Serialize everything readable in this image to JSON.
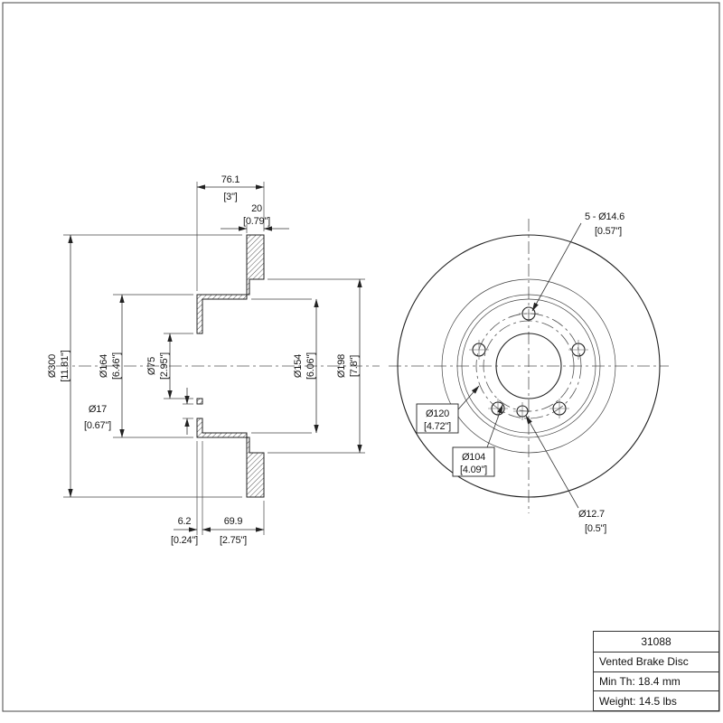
{
  "meta": {
    "ink_color": "#1a1a1a",
    "background": "#ffffff"
  },
  "dims": {
    "d76_mm": "76.1",
    "d76_in": "[3\"]",
    "d20_mm": "20",
    "d20_in": "[0.79\"]",
    "d300_mm": "Ø300",
    "d300_in": "[11.81\"]",
    "d164_mm": "Ø164",
    "d164_in": "[6.46\"]",
    "d75_mm": "Ø75",
    "d75_in": "[2.95\"]",
    "d17_mm": "Ø17",
    "d17_in": "[0.67\"]",
    "d154_mm": "Ø154",
    "d154_in": "[6.06\"]",
    "d198_mm": "Ø198",
    "d198_in": "[7.8\"]",
    "d62_mm": "6.2",
    "d62_in": "[0.24\"]",
    "d699_mm": "69.9",
    "d699_in": "[2.75\"]"
  },
  "front": {
    "holes_mm": "5 - Ø14.6",
    "holes_in": "[0.57\"]",
    "bc_mm": "Ø120",
    "bc_in": "[4.72\"]",
    "sc_mm": "Ø104",
    "sc_in": "[4.09\"]",
    "screw_mm": "Ø12.7",
    "screw_in": "[0.5\"]"
  },
  "title_block": {
    "part_number": "31088",
    "description": "Vented Brake Disc",
    "min_thickness": "Min Th: 18.4 mm",
    "weight": "Weight: 14.5 lbs"
  }
}
